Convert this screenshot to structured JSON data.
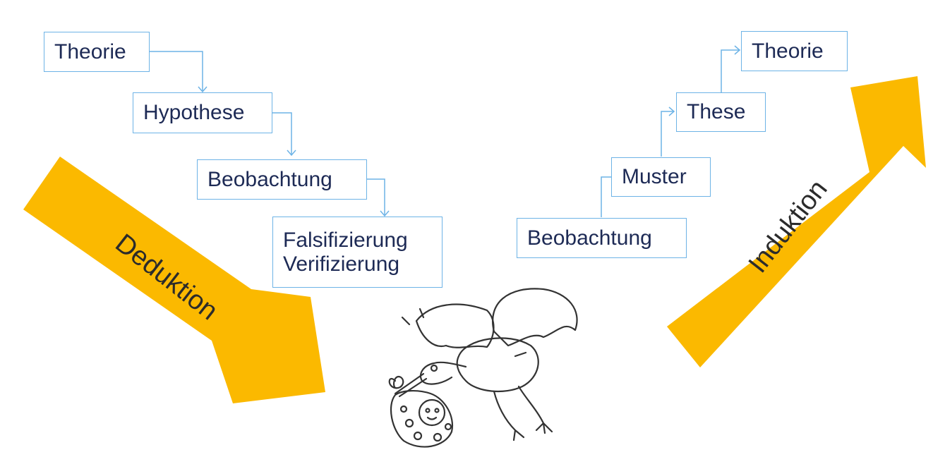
{
  "deduction": {
    "label": "Deduktion",
    "steps": {
      "theorie": "Theorie",
      "hypothese": "Hypothese",
      "beobachtung": "Beobachtung",
      "falsifizierung": "Falsifizierung",
      "verifizierung": "Verifizierung"
    }
  },
  "induction": {
    "label": "Induktion",
    "steps": {
      "beobachtung": "Beobachtung",
      "muster": "Muster",
      "these": "These",
      "theorie": "Theorie"
    }
  },
  "colors": {
    "big_arrow": "#fbb900",
    "box_border": "#6db3e6",
    "connector": "#6db3e6",
    "text": "#1d2a55"
  },
  "illustration": "stork-carrying-baby"
}
